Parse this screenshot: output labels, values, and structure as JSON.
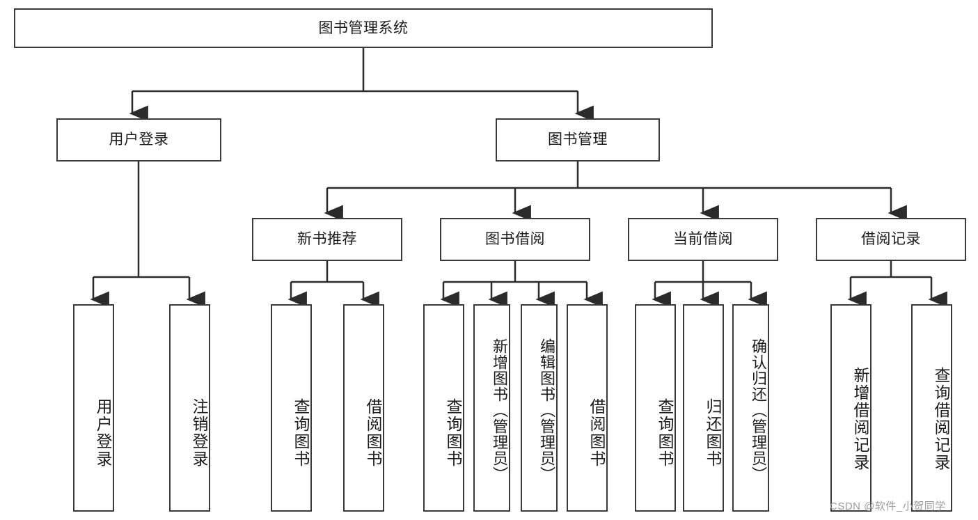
{
  "diagram": {
    "type": "tree-hierarchy",
    "title": "图书管理系统",
    "root": {
      "id": "root",
      "label": "图书管理系统",
      "orientation": "horizontal"
    },
    "level2": [
      {
        "id": "user-login",
        "label": "用户登录",
        "orientation": "horizontal"
      },
      {
        "id": "book-management",
        "label": "图书管理",
        "orientation": "horizontal"
      }
    ],
    "level3": [
      {
        "id": "new-book-recommend",
        "label": "新书推荐",
        "orientation": "horizontal",
        "parent": "book-management"
      },
      {
        "id": "book-borrow",
        "label": "图书借阅",
        "orientation": "horizontal",
        "parent": "book-management"
      },
      {
        "id": "current-borrow",
        "label": "当前借阅",
        "orientation": "horizontal",
        "parent": "book-management"
      },
      {
        "id": "borrow-record",
        "label": "借阅记录",
        "orientation": "horizontal",
        "parent": "book-management"
      }
    ],
    "leaves": [
      {
        "id": "leaf-user-login",
        "label": "用户登录",
        "orientation": "vertical",
        "parent": "user-login"
      },
      {
        "id": "leaf-user-logout",
        "label": "注销登录",
        "orientation": "vertical",
        "parent": "user-login"
      },
      {
        "id": "leaf-query-book-1",
        "label": "查询图书",
        "orientation": "vertical",
        "parent": "new-book-recommend"
      },
      {
        "id": "leaf-borrow-book-1",
        "label": "借阅图书",
        "orientation": "vertical",
        "parent": "new-book-recommend"
      },
      {
        "id": "leaf-query-book-2",
        "label": "查询图书",
        "orientation": "vertical",
        "parent": "book-borrow"
      },
      {
        "id": "leaf-add-book",
        "label": "新增图书（管理员）",
        "orientation": "vertical",
        "parent": "book-borrow"
      },
      {
        "id": "leaf-edit-book",
        "label": "编辑图书（管理员）",
        "orientation": "vertical",
        "parent": "book-borrow"
      },
      {
        "id": "leaf-borrow-book-2",
        "label": "借阅图书",
        "orientation": "vertical",
        "parent": "book-borrow"
      },
      {
        "id": "leaf-query-book-3",
        "label": "查询图书",
        "orientation": "vertical",
        "parent": "current-borrow"
      },
      {
        "id": "leaf-return-book",
        "label": "归还图书",
        "orientation": "vertical",
        "parent": "current-borrow"
      },
      {
        "id": "leaf-confirm-return",
        "label": "确认归还（管理员）",
        "orientation": "vertical",
        "parent": "current-borrow"
      },
      {
        "id": "leaf-add-record",
        "label": "新增借阅记录",
        "orientation": "vertical",
        "parent": "borrow-record"
      },
      {
        "id": "leaf-query-record",
        "label": "查询借阅记录",
        "orientation": "vertical",
        "parent": "borrow-record"
      }
    ]
  },
  "watermark": {
    "text": "CSDN @软件_小贺同学"
  },
  "colors": {
    "border": "#3a3a3a",
    "line": "#2b2b2b",
    "text": "#1a1a1a",
    "background": "#ffffff",
    "watermark": "#9b9b9b"
  }
}
